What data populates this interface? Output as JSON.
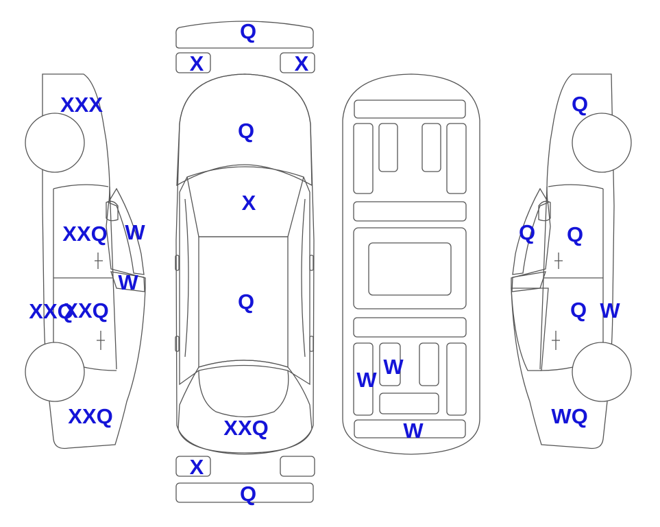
{
  "colors": {
    "damaged": "#fca62c",
    "light_blue": "#e1f6fb",
    "neutral": "#ffffff",
    "outline": "#555555",
    "label": "#1414d8"
  },
  "labels": {
    "front_bumper": "Q",
    "front_left_corner": "X",
    "front_right_corner": "X",
    "hood": "Q",
    "windshield": "X",
    "roof": "Q",
    "rear_window": "XXQ",
    "rear_corner": "X",
    "rear_bumper": "Q",
    "left_front_fender": "XXX",
    "left_front_door": "XXQ",
    "left_front_window": "W",
    "left_rear_window": "W",
    "left_rocker": "XXQ",
    "left_rear_door": "XXQ",
    "left_quarter": "XXQ",
    "floor_front_left": "W",
    "floor_front_mid": "W",
    "floor_rear": "W",
    "right_front_fender": "Q",
    "right_windshield_pillar": "Q",
    "right_front_door": "Q",
    "right_rear_door": "Q",
    "right_rear_window": "W",
    "right_quarter": "WQ"
  }
}
